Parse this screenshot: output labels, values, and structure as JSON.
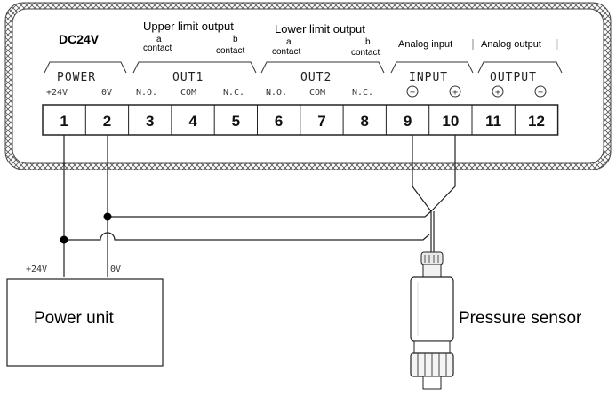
{
  "header": {
    "dc_label": "DC24V",
    "upper_label": "Upper limit output",
    "lower_label": "Lower limit output",
    "analog_input_label": "Analog input",
    "analog_output_label": "Analog output",
    "contact_a": "a",
    "contact_b": "b",
    "contact_word": "contact"
  },
  "groups": {
    "power": "POWER",
    "out1": "OUT1",
    "out2": "OUT2",
    "input": "INPUT",
    "output": "OUTPUT"
  },
  "sublabels": {
    "plus24v": "+24V",
    "zerov": "0V",
    "no": "N.O.",
    "com": "COM",
    "nc": "N.C.",
    "minus": "−",
    "plus": "+"
  },
  "terminals": [
    "1",
    "2",
    "3",
    "4",
    "5",
    "6",
    "7",
    "8",
    "9",
    "10",
    "11",
    "12"
  ],
  "power_unit": {
    "label": "Power unit",
    "plus24v": "+24V",
    "zerov": "0V"
  },
  "sensor": {
    "label": "Pressure sensor"
  }
}
